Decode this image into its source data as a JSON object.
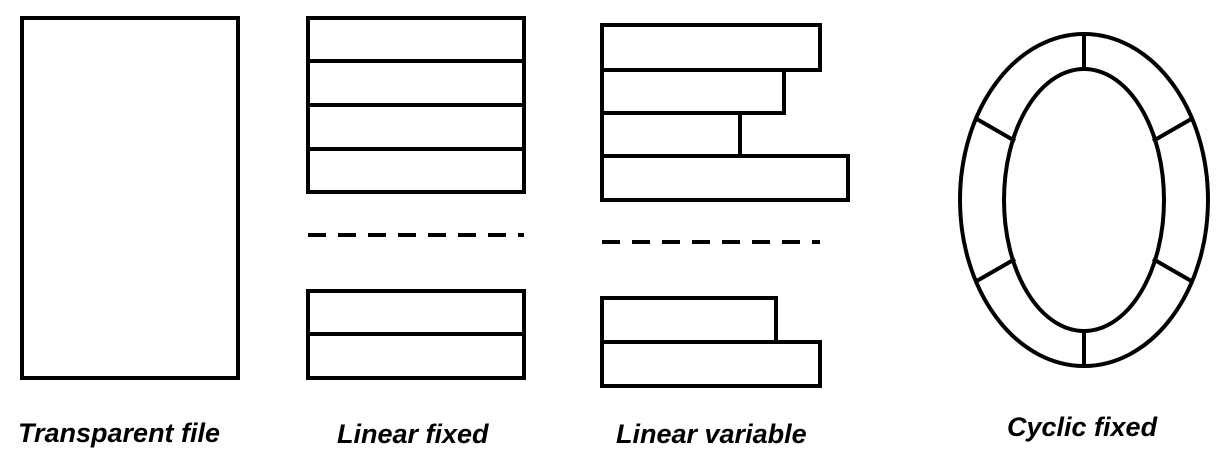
{
  "labels": {
    "transparent": "Transparent file",
    "linear_fixed": "Linear fixed",
    "linear_variable": "Linear variable",
    "cyclic": "Cyclic fixed"
  },
  "colors": {
    "stroke": "#000000",
    "background": "#ffffff"
  }
}
